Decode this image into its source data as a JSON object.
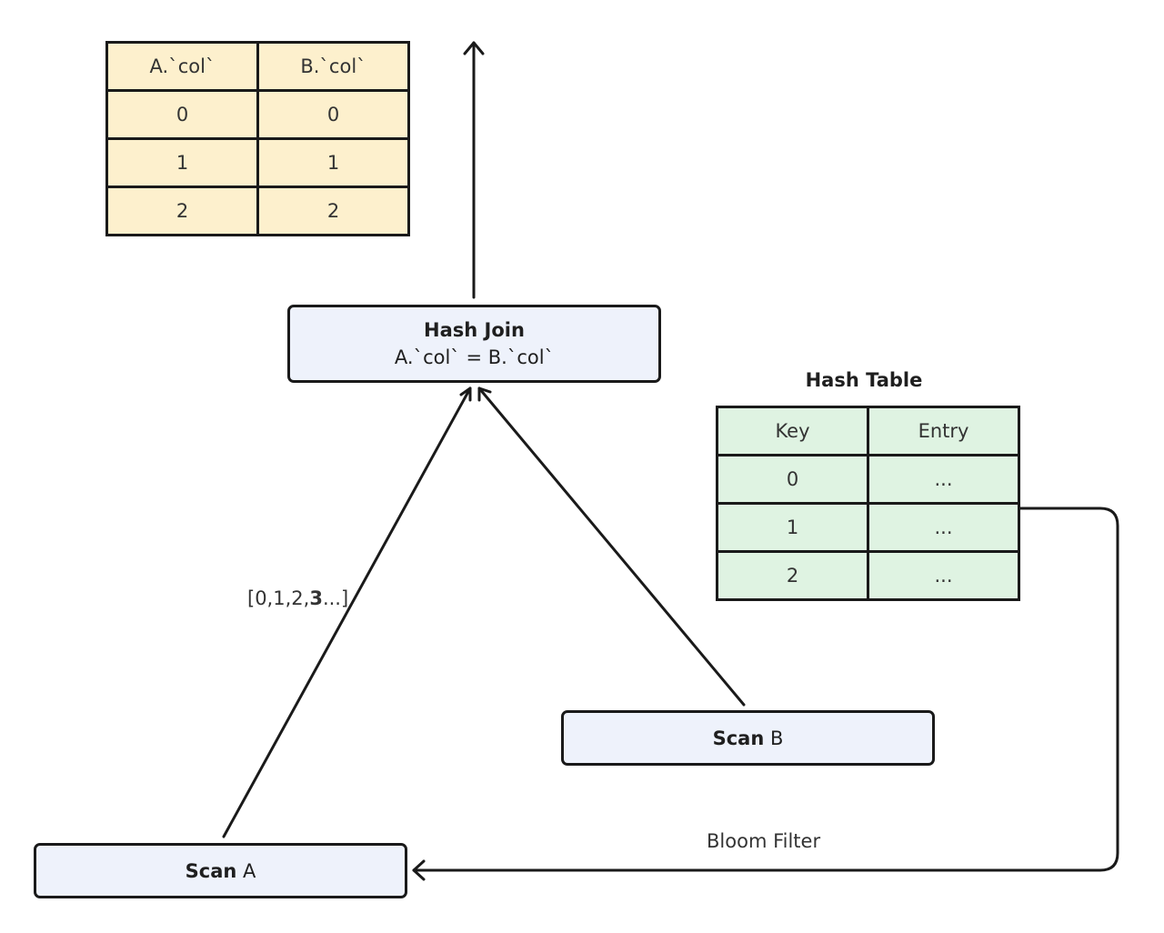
{
  "result_table": {
    "headers": [
      "A.`col`",
      "B.`col`"
    ],
    "rows": [
      [
        "0",
        "0"
      ],
      [
        "1",
        "1"
      ],
      [
        "2",
        "2"
      ]
    ]
  },
  "hash_join": {
    "title": "Hash Join",
    "condition": "A.`col` = B.`col`"
  },
  "hash_table": {
    "title": "Hash Table",
    "headers": [
      "Key",
      "Entry"
    ],
    "rows": [
      [
        "0",
        "..."
      ],
      [
        "1",
        "..."
      ],
      [
        "2",
        "..."
      ]
    ]
  },
  "probe_values": {
    "prefix": "[0,1,2,",
    "highlight": "3",
    "suffix": "...]"
  },
  "scan_b": {
    "bold": "Scan",
    "rest": " B"
  },
  "scan_a": {
    "bold": "Scan",
    "rest": " A"
  },
  "bloom_filter": {
    "label": "Bloom Filter"
  },
  "colors": {
    "result_fill": "#fdf0cd",
    "hash_table_fill": "#dff3e2",
    "node_fill": "#eef2fb",
    "stroke": "#1a1a1a"
  }
}
